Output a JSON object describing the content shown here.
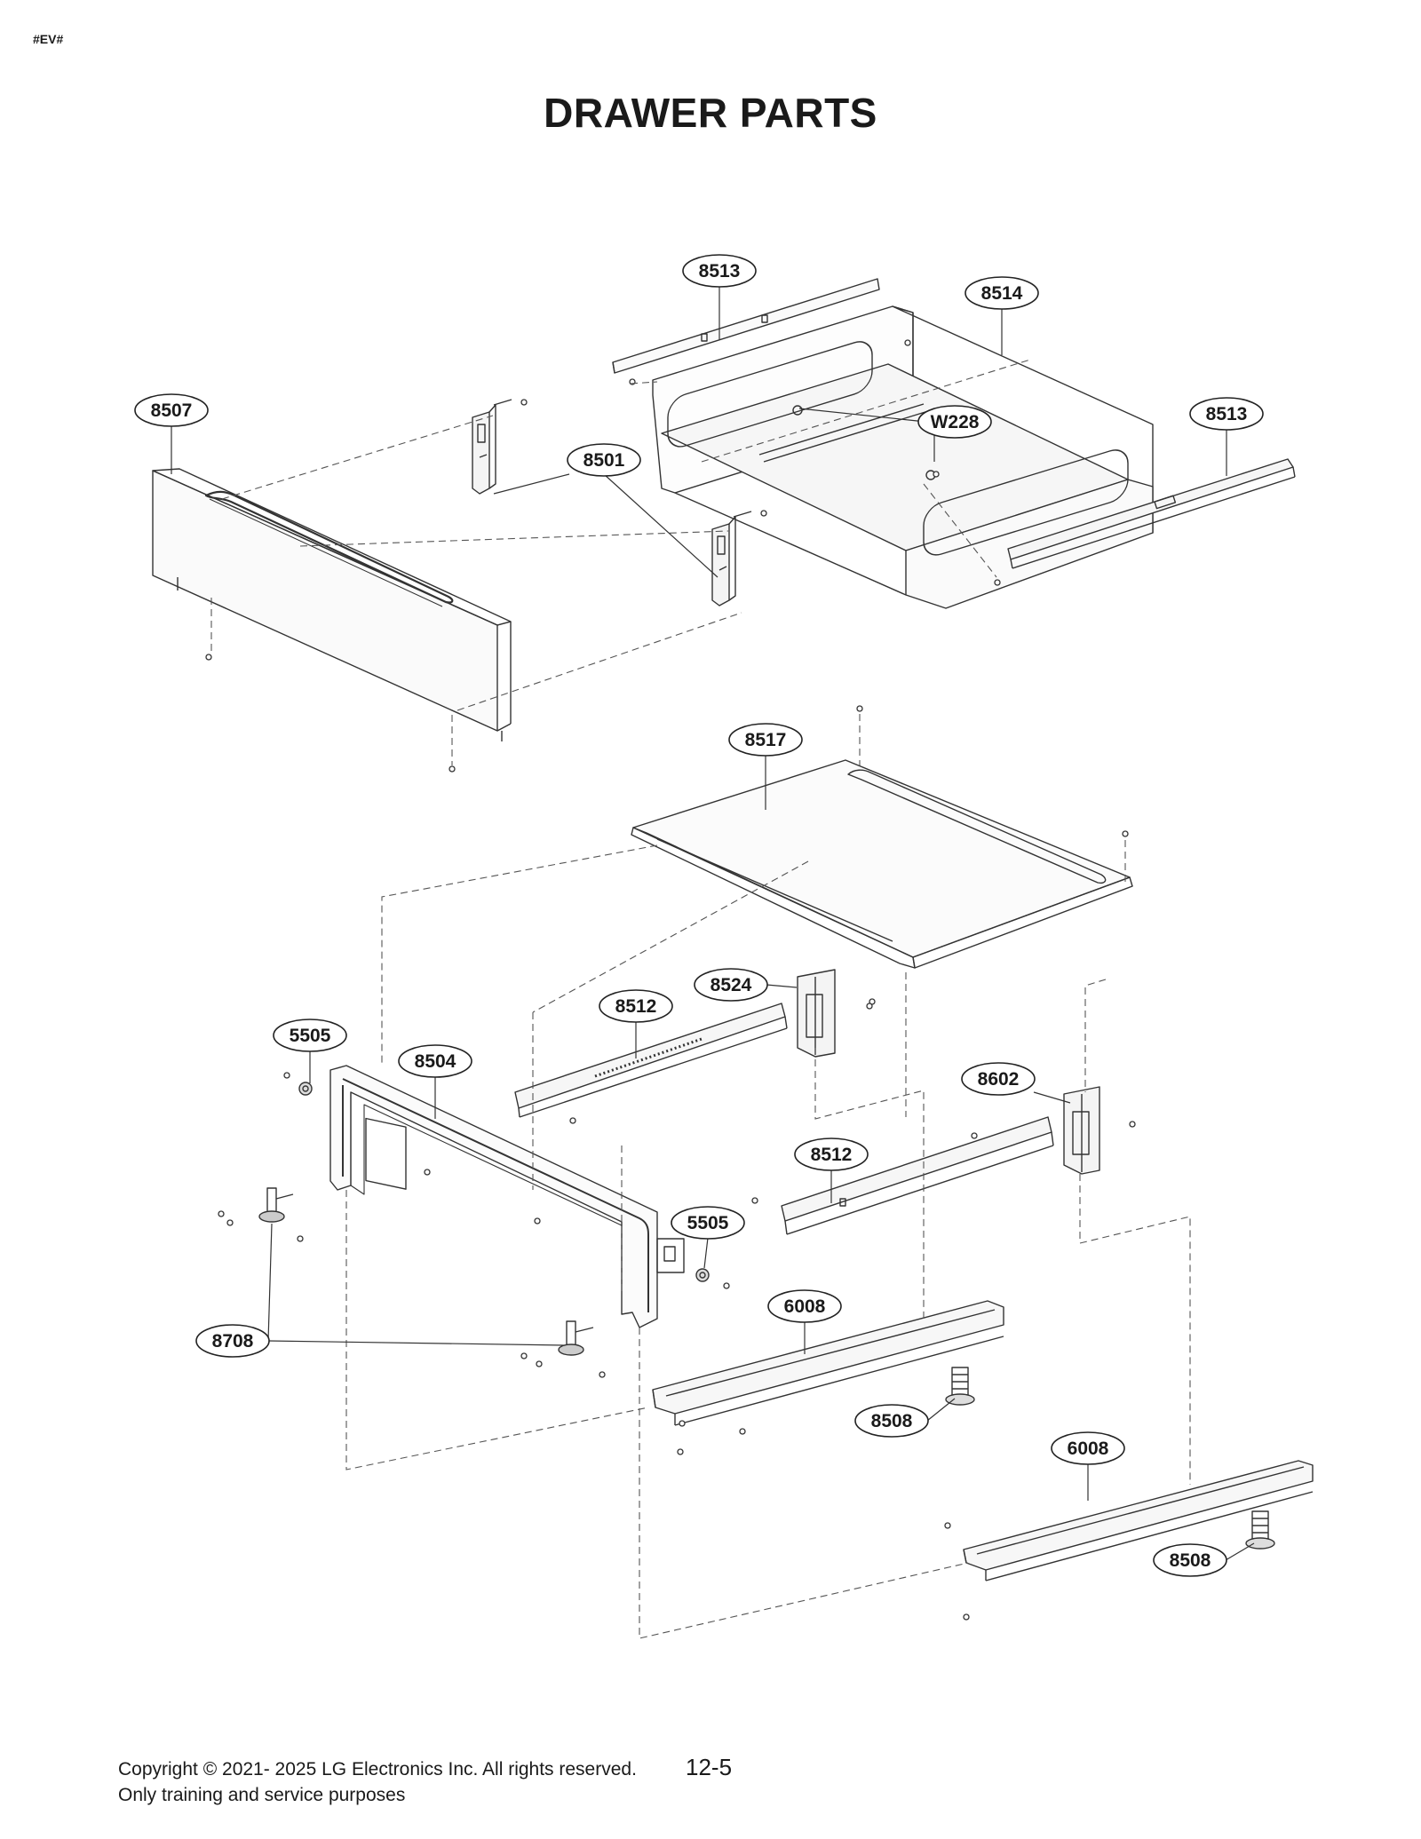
{
  "header": {
    "doc_code": "#EV#",
    "title": "DRAWER PARTS"
  },
  "footer": {
    "copyright": "Copyright © 2021- 2025 LG Electronics Inc. All rights reserved.",
    "note": "Only training and service purposes",
    "page_number": "12-5"
  },
  "callouts": [
    {
      "id": "8513",
      "label": "8513"
    },
    {
      "id": "8514",
      "label": "8514"
    },
    {
      "id": "8507",
      "label": "8507"
    },
    {
      "id": "W228",
      "label": "W228"
    },
    {
      "id": "8513b",
      "label": "8513"
    },
    {
      "id": "8501",
      "label": "8501"
    },
    {
      "id": "8517",
      "label": "8517"
    },
    {
      "id": "8524",
      "label": "8524"
    },
    {
      "id": "8512",
      "label": "8512"
    },
    {
      "id": "5505",
      "label": "5505"
    },
    {
      "id": "8504",
      "label": "8504"
    },
    {
      "id": "8602",
      "label": "8602"
    },
    {
      "id": "8512b",
      "label": "8512"
    },
    {
      "id": "5505b",
      "label": "5505"
    },
    {
      "id": "6008",
      "label": "6008"
    },
    {
      "id": "8708",
      "label": "8708"
    },
    {
      "id": "8508",
      "label": "8508"
    },
    {
      "id": "6008b",
      "label": "6008"
    },
    {
      "id": "8508b",
      "label": "8508"
    }
  ]
}
